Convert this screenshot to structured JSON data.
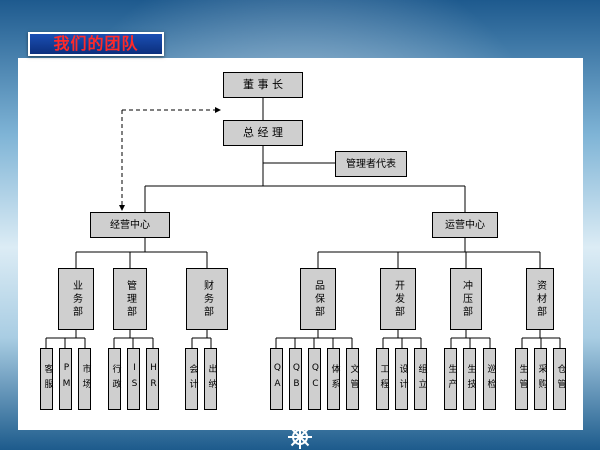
{
  "slide": {
    "title": "我们的团队"
  },
  "org": {
    "top": "董 事 长",
    "gm": "总 经 理",
    "rep": "管理者代表",
    "centers": [
      "经营中心",
      "运营中心"
    ],
    "depts": [
      "业务部",
      "管理部",
      "财务部",
      "品保部",
      "开发部",
      "冲压部",
      "资材部"
    ],
    "leaves": [
      "客服",
      "PM",
      "市场",
      "行政",
      "IS",
      "HR",
      "会计",
      "出纳",
      "QA",
      "QB",
      "QC",
      "体系",
      "文管",
      "工程",
      "设计",
      "组立",
      "生产",
      "生技",
      "巡检",
      "生管",
      "采购",
      "仓管"
    ]
  },
  "colors": {
    "title_text": "#ff2a2a",
    "title_bg": "#0c2f7d",
    "box_fill": "#cfcfcf"
  },
  "icons": [
    "ship-wheel-icon"
  ]
}
